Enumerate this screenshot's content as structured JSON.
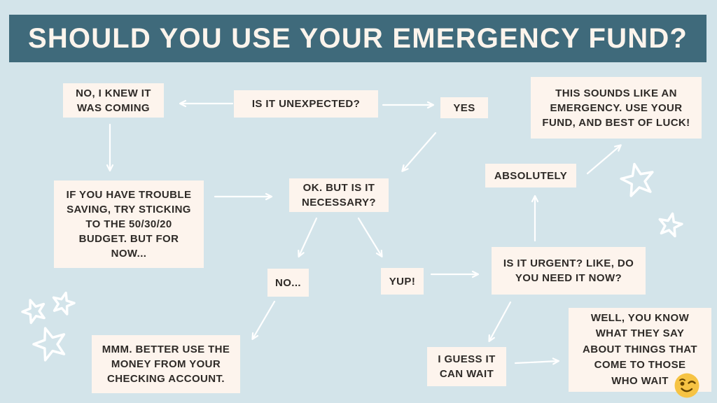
{
  "title": "SHOULD YOU USE YOUR EMERGENCY FUND?",
  "colors": {
    "background": "#d3e4ea",
    "banner": "#3f6a7b",
    "banner_text": "#fcf4ec",
    "box_fill": "#fdf4ed",
    "box_text": "#2e2a27",
    "arrows_and_stars": "#ffffff",
    "emoji_yellow": "#f6c344"
  },
  "icons": {
    "winking_face": "😉",
    "star_outline": "☆"
  },
  "nodes": {
    "unexpected": {
      "text": "IS IT UNEXPECTED?"
    },
    "no_knew": {
      "text": "NO, I KNEW IT WAS COMING"
    },
    "yes": {
      "text": "YES"
    },
    "emergency": {
      "text": "THIS SOUNDS LIKE AN EMERGENCY. USE YOUR FUND, AND BEST OF LUCK!"
    },
    "trouble": {
      "text": "IF YOU HAVE TROUBLE SAVING, TRY STICKING TO THE 50/30/20 BUDGET. BUT FOR NOW..."
    },
    "necessary": {
      "text": "OK. BUT IS IT NECESSARY?"
    },
    "absolutely": {
      "text": "ABSOLUTELY"
    },
    "no": {
      "text": "NO..."
    },
    "yup": {
      "text": "YUP!"
    },
    "urgent": {
      "text": "IS IT URGENT? LIKE, DO YOU NEED IT NOW?"
    },
    "checking": {
      "text": "MMM. BETTER USE THE MONEY FROM YOUR CHECKING ACCOUNT."
    },
    "guess": {
      "text": "I GUESS IT CAN WAIT"
    },
    "well": {
      "text": "WELL, YOU KNOW WHAT THEY SAY ABOUT THINGS THAT COME TO THOSE WHO WAIT"
    }
  }
}
